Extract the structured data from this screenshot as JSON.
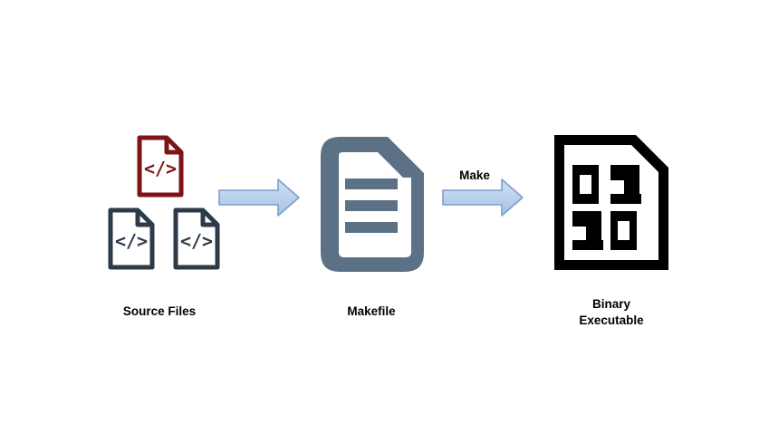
{
  "diagram": {
    "type": "flow-diagram",
    "background": "#ffffff",
    "nodes": [
      {
        "id": "source_files",
        "label": "Source Files",
        "icon": "code-file-icon",
        "icon_count": 3,
        "glyph": "</>",
        "icon_colors": [
          "#7e1416",
          "#2d3a48",
          "#2d3a48"
        ]
      },
      {
        "id": "makefile",
        "label": "Makefile",
        "icon": "document-lines-icon",
        "text_line_count": 3
      },
      {
        "id": "binary_executable",
        "label": "Binary Executable",
        "icon": "binary-file-icon",
        "digit_rows": [
          "01",
          "10"
        ]
      }
    ],
    "arrows": [
      {
        "id": "source-to-makefile",
        "label": ""
      },
      {
        "id": "makefile-to-binary",
        "label": "Make"
      }
    ],
    "colors": {
      "source_file_primary": "#7e1416",
      "source_file_secondary": "#2d3a48",
      "makefile_slate": "#5b7186",
      "arrow_fill_top": "#cfe0f5",
      "arrow_fill_bottom": "#a6c2e7",
      "arrow_stroke": "#7f9ec9",
      "binary_black": "#000000",
      "label_color": "#000000"
    }
  }
}
